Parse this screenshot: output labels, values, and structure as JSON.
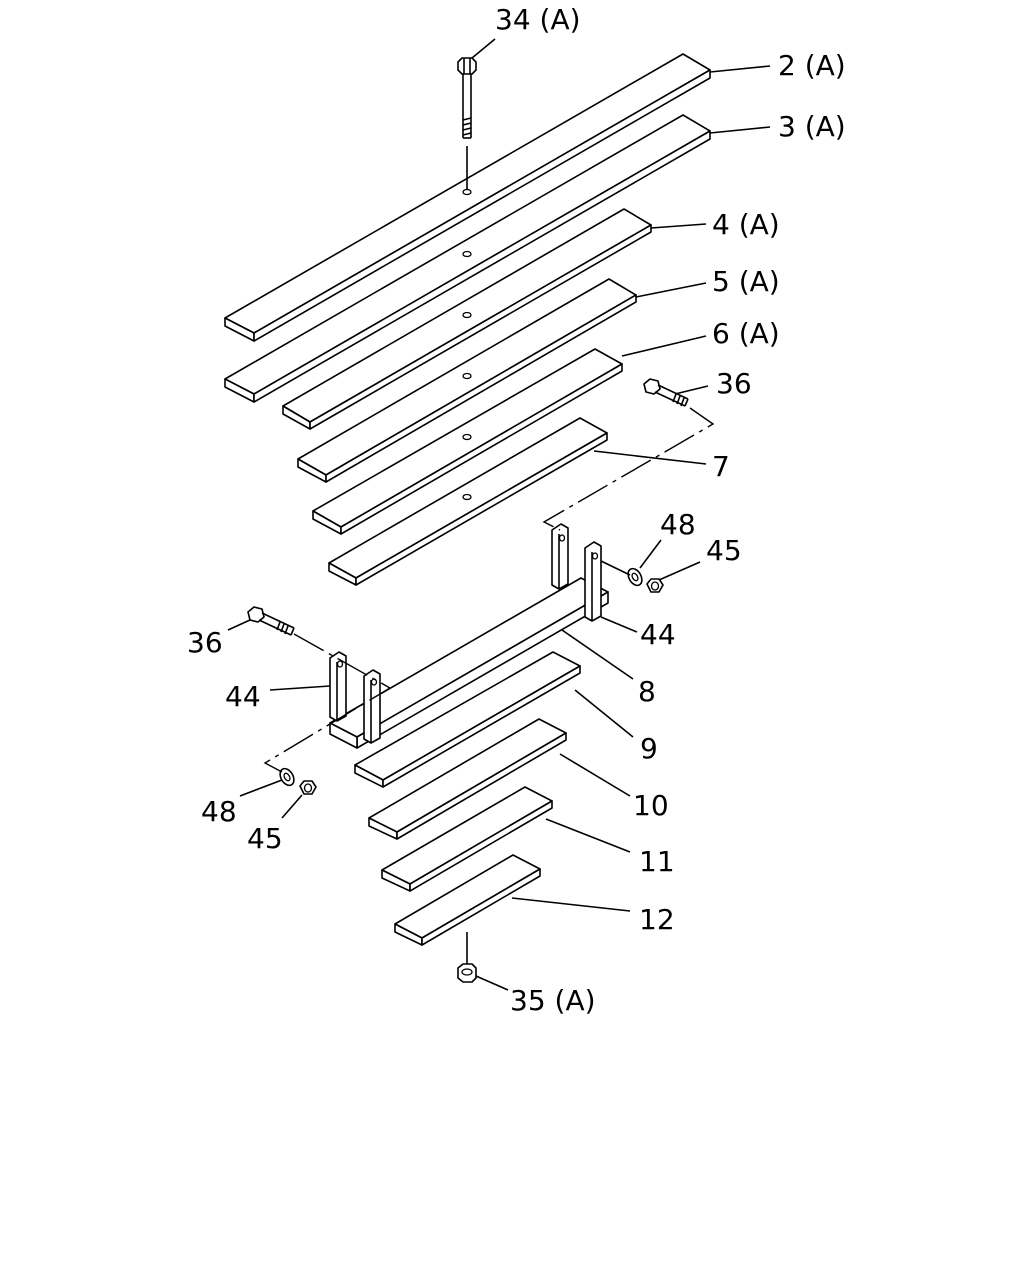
{
  "labels": {
    "l34": "34 (A)",
    "l2": "2 (A)",
    "l3": "3 (A)",
    "l4": "4 (A)",
    "l5": "5 (A)",
    "l6": "6 (A)",
    "l36a": "36",
    "l7": "7",
    "l48a": "48",
    "l45a": "45",
    "l44a": "44",
    "l36b": "36",
    "l8": "8",
    "l44b": "44",
    "l9": "9",
    "l48b": "48",
    "l10": "10",
    "l45b": "45",
    "l11": "11",
    "l12": "12",
    "l35": "35 (A)"
  }
}
